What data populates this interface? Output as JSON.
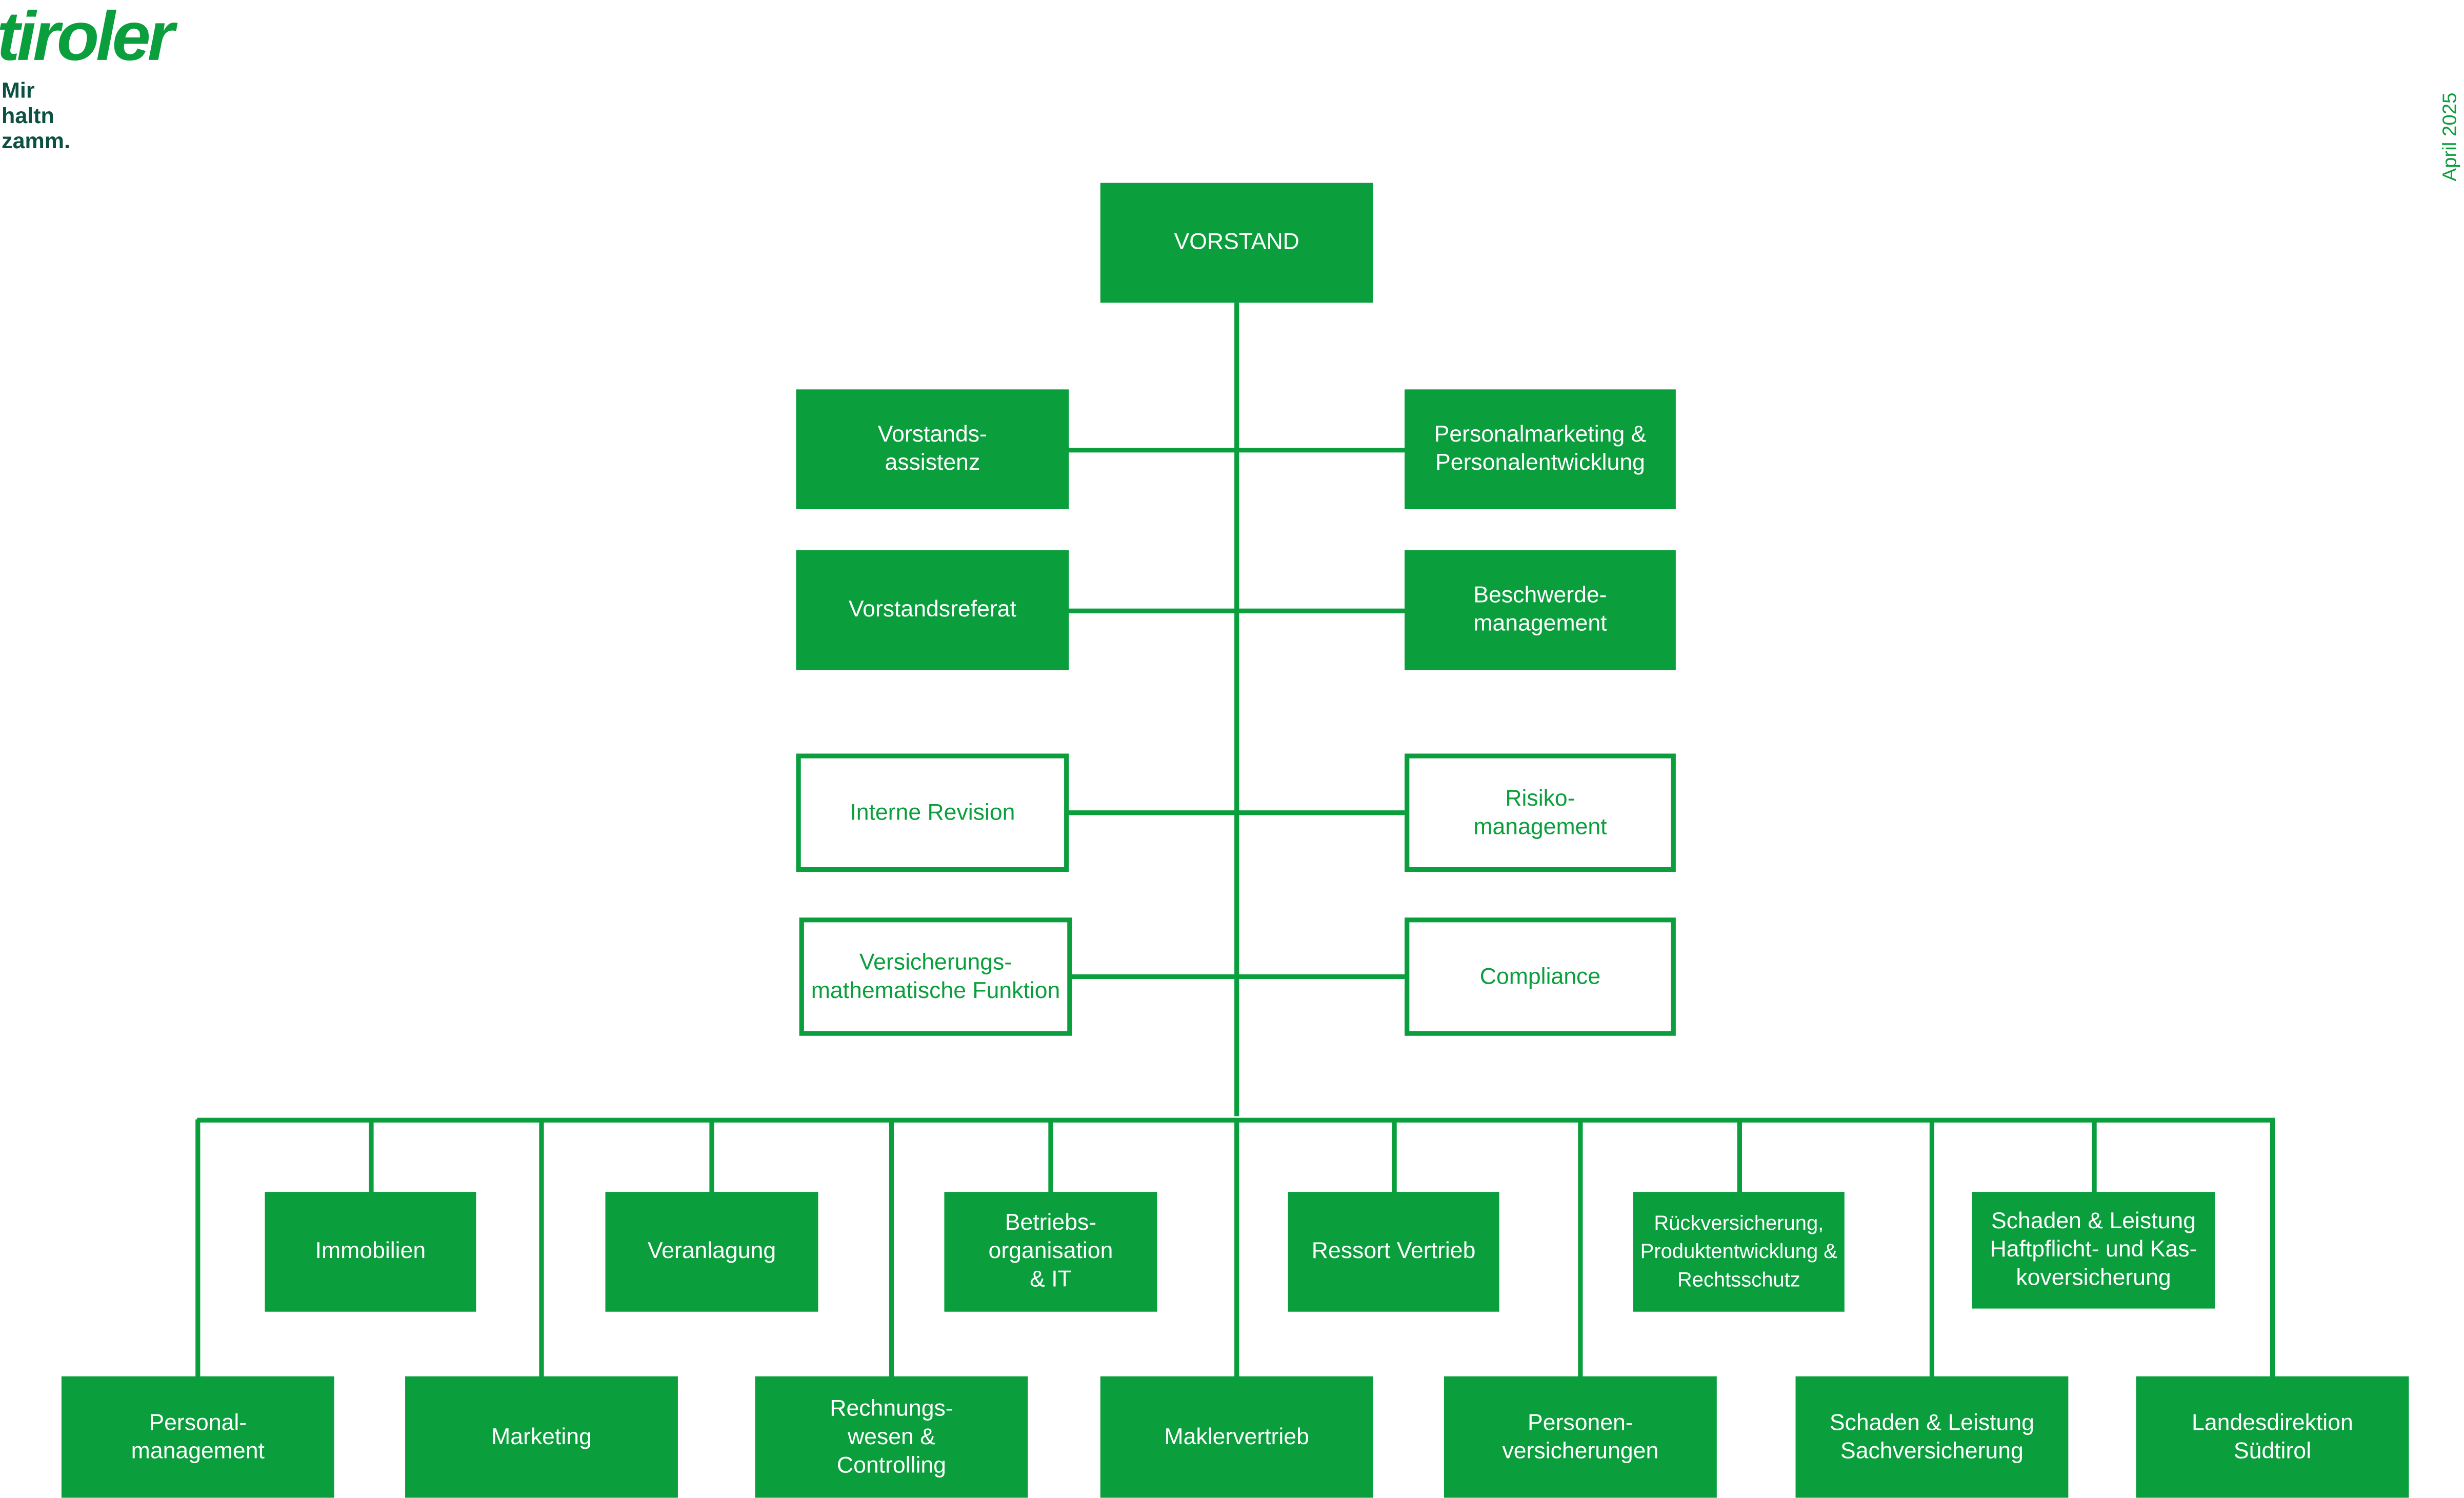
{
  "logo": {
    "brand": "tiroler",
    "slogan": [
      "Mir",
      "haltn",
      "zamm."
    ]
  },
  "date": "April 2025",
  "colors": {
    "brand_green": "#0a9e3c",
    "slogan_dark": "#0b5040"
  },
  "board": {
    "label": "VORSTAND"
  },
  "staff_left": [
    {
      "label": "Vorstands-\nassistenz",
      "style": "filled"
    },
    {
      "label": "Vorstandsreferat",
      "style": "filled"
    },
    {
      "label": "Interne Revision",
      "style": "outline"
    },
    {
      "label": "Versicherungs-\nmathematische Funktion",
      "style": "outline"
    }
  ],
  "staff_right": [
    {
      "label": "Personalmarketing &\nPersonalentwicklung",
      "style": "filled"
    },
    {
      "label": "Beschwerde-\nmanagement",
      "style": "filled"
    },
    {
      "label": "Risiko-\nmanagement",
      "style": "outline"
    },
    {
      "label": "Compliance",
      "style": "outline"
    }
  ],
  "departments_upper": [
    {
      "label": "Immobilien"
    },
    {
      "label": "Veranlagung"
    },
    {
      "label": "Betriebs-\norganisation\n& IT"
    },
    {
      "label": "Ressort Vertrieb"
    },
    {
      "label": "Rückversicherung,\nProduktentwicklung &\nRechtsschutz"
    },
    {
      "label": "Schaden & Leistung\nHaftpflicht- und Kas-\nkoversicherung"
    }
  ],
  "departments_lower": [
    {
      "label": "Personal-\nmanagement"
    },
    {
      "label": "Marketing"
    },
    {
      "label": "Rechnungs-\nwesen &\nControlling"
    },
    {
      "label": "Maklervertrieb"
    },
    {
      "label": "Personen-\nversicherungen"
    },
    {
      "label": "Schaden & Leistung\nSachversicherung"
    },
    {
      "label": "Landesdirektion\nSüdtirol"
    }
  ]
}
